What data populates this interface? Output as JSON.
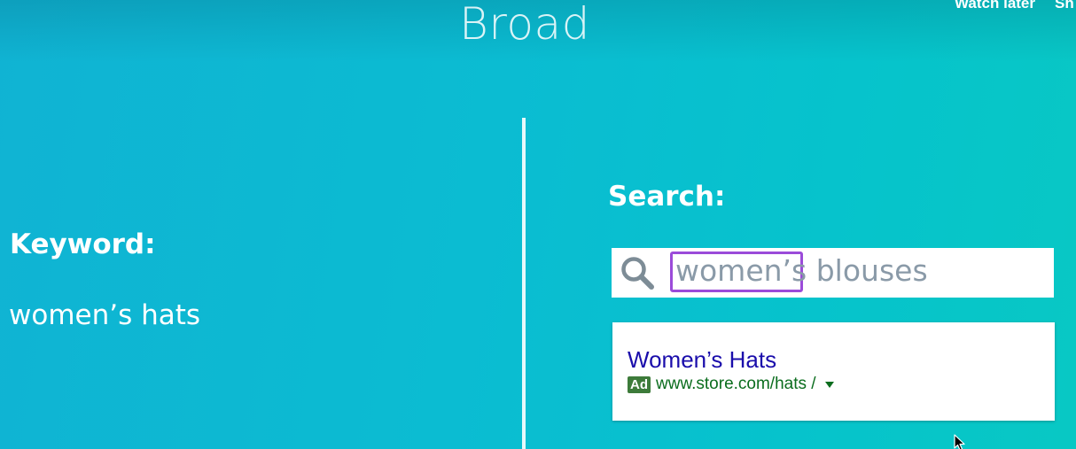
{
  "slide": {
    "title": "Broad"
  },
  "player_overlay": {
    "watch_later": "Watch later",
    "share": "Sh"
  },
  "left": {
    "keyword_label": "Keyword:",
    "keyword_value": "women’s hats"
  },
  "right": {
    "search_label": "Search:",
    "search_query_highlighted": "women’s",
    "search_query_rest": " blouses",
    "ad": {
      "title": "Women’s Hats",
      "badge": "Ad",
      "url": "www.store.com/hats /"
    }
  },
  "colors": {
    "highlight": "#9b4bd9",
    "ad_title": "#1a0dab",
    "ad_url": "#0b6d1e",
    "ad_badge": "#3d7b3a"
  },
  "icons": {
    "search": "search-icon",
    "dropdown": "caret-down-icon",
    "cursor": "mouse-cursor-icon"
  }
}
